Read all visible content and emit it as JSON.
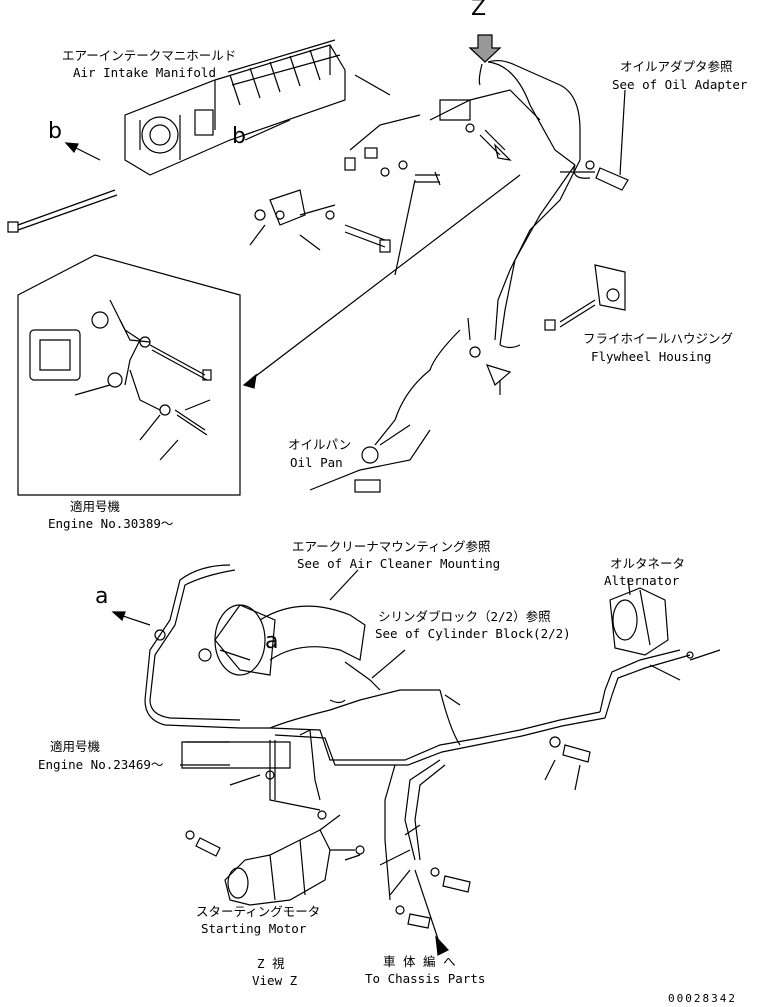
{
  "view_marker": "Z",
  "callouts": {
    "a": "a",
    "b": "b"
  },
  "labels": {
    "air_intake_jp": "エアーインテークマニホールド",
    "air_intake_en": "Air Intake Manifold",
    "oil_adapter_jp": "オイルアダプタ参照",
    "oil_adapter_en": "See of Oil Adapter",
    "flywheel_jp": "フライホイールハウジング",
    "flywheel_en": "Flywheel Housing",
    "oil_pan_jp": "オイルパン",
    "oil_pan_en": "Oil Pan",
    "applicable_jp_1": "適用号機",
    "engine_no_1": "Engine No.30389～",
    "air_cleaner_jp": "エアークリーナマウンティング参照",
    "air_cleaner_en": "See of Air Cleaner Mounting",
    "alternator_jp": "オルタネータ",
    "alternator_en": "Alternator",
    "cyl_block_jp": "シリンダブロック（2/2）参照",
    "cyl_block_en": "See of Cylinder Block(2/2)",
    "applicable_jp_2": "適用号機",
    "engine_no_2": "Engine No.23469～",
    "starting_jp": "スターティングモータ",
    "starting_en": "Starting Motor",
    "view_jp": "Z 視",
    "view_en": "View Z",
    "chassis_jp": "車 体 編 へ",
    "chassis_en": "To Chassis Parts",
    "drawing_code": "00028342"
  }
}
